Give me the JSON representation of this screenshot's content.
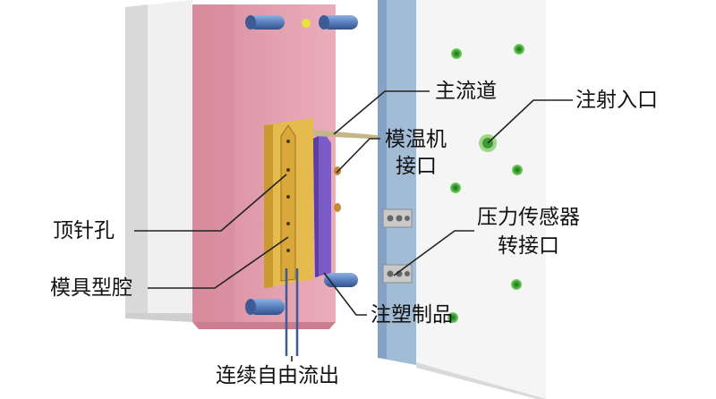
{
  "labels": {
    "main_runner": "主流道",
    "injection_inlet": "注射入口",
    "mold_temp_interface_line1": "模温机",
    "mold_temp_interface_line2": "接口",
    "ejector_pin_hole": "顶针孔",
    "pressure_sensor_interface_line1": "压力传感器",
    "pressure_sensor_interface_line2": "转接口",
    "mold_cavity": "模具型腔",
    "molded_product": "注塑制品",
    "free_outflow": "连续自由流出"
  },
  "colors": {
    "background": "#ffffff",
    "fixed_plate_pink": "#e7a2b0",
    "moving_plate_front": "#f3f3f3",
    "moving_plate_edge_blue": "#9fb9d4",
    "back_plate_gray": "#ececec",
    "cavity_insert_yellow": "#e3b648",
    "product_purple": "#7b5bc8",
    "guide_pin_blue": "#5a7fbf",
    "hole_green": "#48b83c",
    "leader_line": "#222222"
  }
}
